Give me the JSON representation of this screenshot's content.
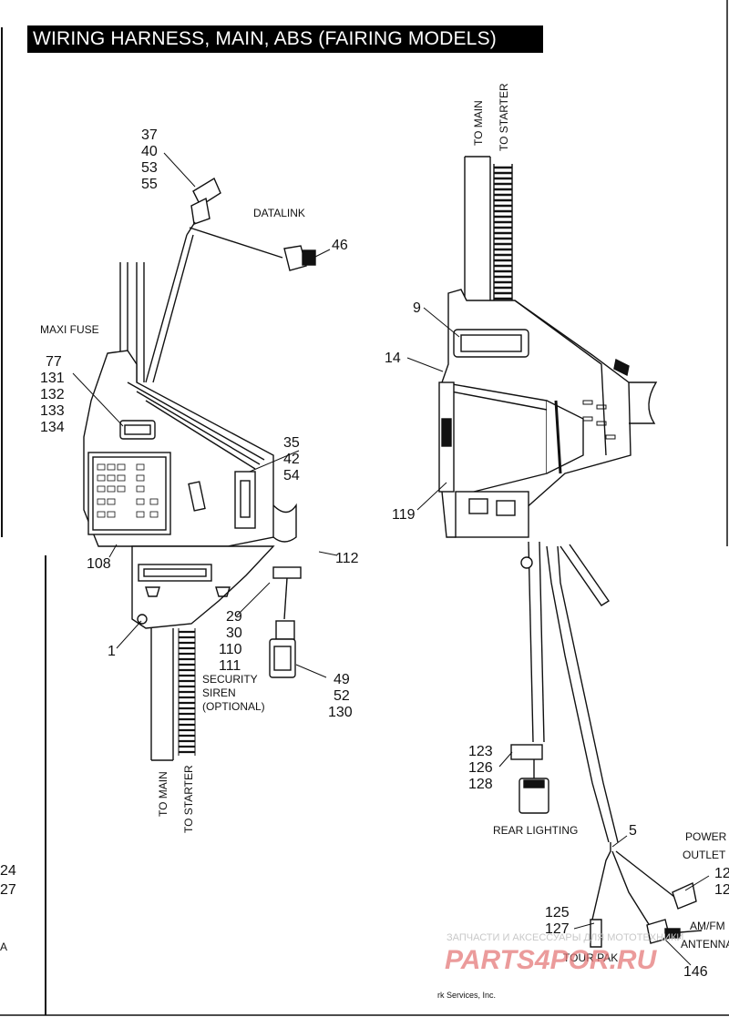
{
  "title": "WIRING HARNESS, MAIN, ABS (FAIRING MODELS)",
  "labels": {
    "datalink": "DATALINK",
    "maxi_fuse": "MAXI FUSE",
    "security_siren": [
      "SECURITY",
      "SIREN",
      "(OPTIONAL)"
    ],
    "to_main_top": "TO MAIN",
    "to_starter_top": "TO STARTER",
    "to_main_bottom": "TO MAIN",
    "to_starter_bottom": "TO STARTER",
    "rear_lighting": "REAR LIGHTING",
    "power_outlet": [
      "POWER",
      "OUTLET"
    ],
    "am_fm_antenna": [
      "AM/FM",
      "ANTENNA"
    ],
    "tour_pak": "TOUR PAK"
  },
  "callouts": {
    "c_37_40_53_55": [
      "37",
      "40",
      "53",
      "55"
    ],
    "c_46": "46",
    "c_77_131_134": [
      "77",
      "131",
      "132",
      "133",
      "134"
    ],
    "c_35_42_54": [
      "35",
      "42",
      "54"
    ],
    "c_108": "108",
    "c_112": "112",
    "c_1": "1",
    "c_29_30_110_111": [
      "29",
      "30",
      "110",
      "111"
    ],
    "c_49_52_130": [
      "49",
      "52",
      "130"
    ],
    "c_9": "9",
    "c_14": "14",
    "c_119": "119",
    "c_123_126_128": [
      "123",
      "126",
      "128"
    ],
    "c_5": "5",
    "c_power_refs": [
      "12",
      "12"
    ],
    "c_125_127": [
      "125",
      "127"
    ],
    "c_146": "146",
    "c_left_partial": [
      "24",
      "27"
    ],
    "c_left_partial_a": "A"
  },
  "watermark": {
    "ru_text": "ЗАПЧАСТИ И АКСЕССУАРЫ ДЛЯ МОТОТЕХНИКИ",
    "brand": "PARTS4POR.RU",
    "copyright": "rk Services, Inc."
  }
}
